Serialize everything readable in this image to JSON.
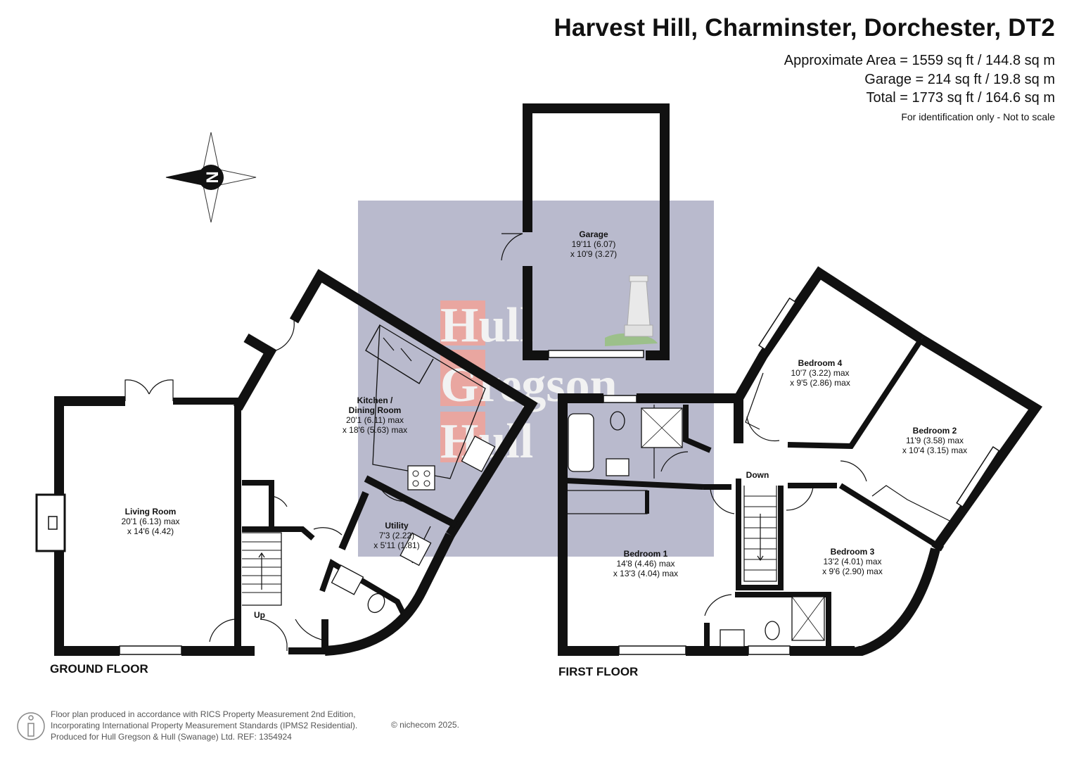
{
  "header": {
    "title": "Harvest Hill, Charminster, Dorchester, DT2",
    "areas": [
      "Approximate Area = 1559 sq ft / 144.8 sq m",
      "Garage = 214 sq ft / 19.8 sq m",
      "Total = 1773 sq ft / 164.6 sq m"
    ],
    "note": "For identification only - Not to scale"
  },
  "compass": {
    "letter": "N"
  },
  "watermark": {
    "lines": [
      "Hull",
      "Gregson",
      "Hull"
    ]
  },
  "rooms": {
    "garage": {
      "name": "Garage",
      "dims": [
        "19'11 (6.07)",
        "x 10'9 (3.27)"
      ]
    },
    "kitchen": {
      "name": [
        "Kitchen /",
        "Dining Room"
      ],
      "dims": [
        "20'1 (6.11) max",
        "x 18'6 (5.63) max"
      ]
    },
    "living": {
      "name": "Living Room",
      "dims": [
        "20'1 (6.13) max",
        "x 14'6 (4.42)"
      ]
    },
    "utility": {
      "name": "Utility",
      "dims": [
        "7'3 (2.22)",
        "x 5'11 (1.81)"
      ]
    },
    "bedroom4": {
      "name": "Bedroom 4",
      "dims": [
        "10'7 (3.22) max",
        "x 9'5 (2.86) max"
      ]
    },
    "bedroom2": {
      "name": "Bedroom 2",
      "dims": [
        "11'9 (3.58) max",
        "x 10'4 (3.15) max"
      ]
    },
    "bedroom1": {
      "name": "Bedroom 1",
      "dims": [
        "14'8 (4.46) max",
        "x 13'3 (4.04) max"
      ]
    },
    "bedroom3": {
      "name": "Bedroom 3",
      "dims": [
        "13'2 (4.01) max",
        "x 9'6 (2.90) max"
      ]
    }
  },
  "labels": {
    "up": "Up",
    "down": "Down"
  },
  "floors": {
    "ground": "GROUND FLOOR",
    "first": "FIRST FLOOR"
  },
  "footer": {
    "lines": [
      "Floor plan produced in accordance with RICS Property Measurement 2nd Edition,",
      "Incorporating International Property Measurement Standards (IPMS2 Residential).",
      "Produced for Hull Gregson & Hull (Swanage) Ltd.   REF:  1354924"
    ],
    "copyright": "© nichecom 2025."
  },
  "colors": {
    "wall": "#111111",
    "watermark_panel": "#b9bacd",
    "watermark_tile": "#e9a6a0"
  }
}
